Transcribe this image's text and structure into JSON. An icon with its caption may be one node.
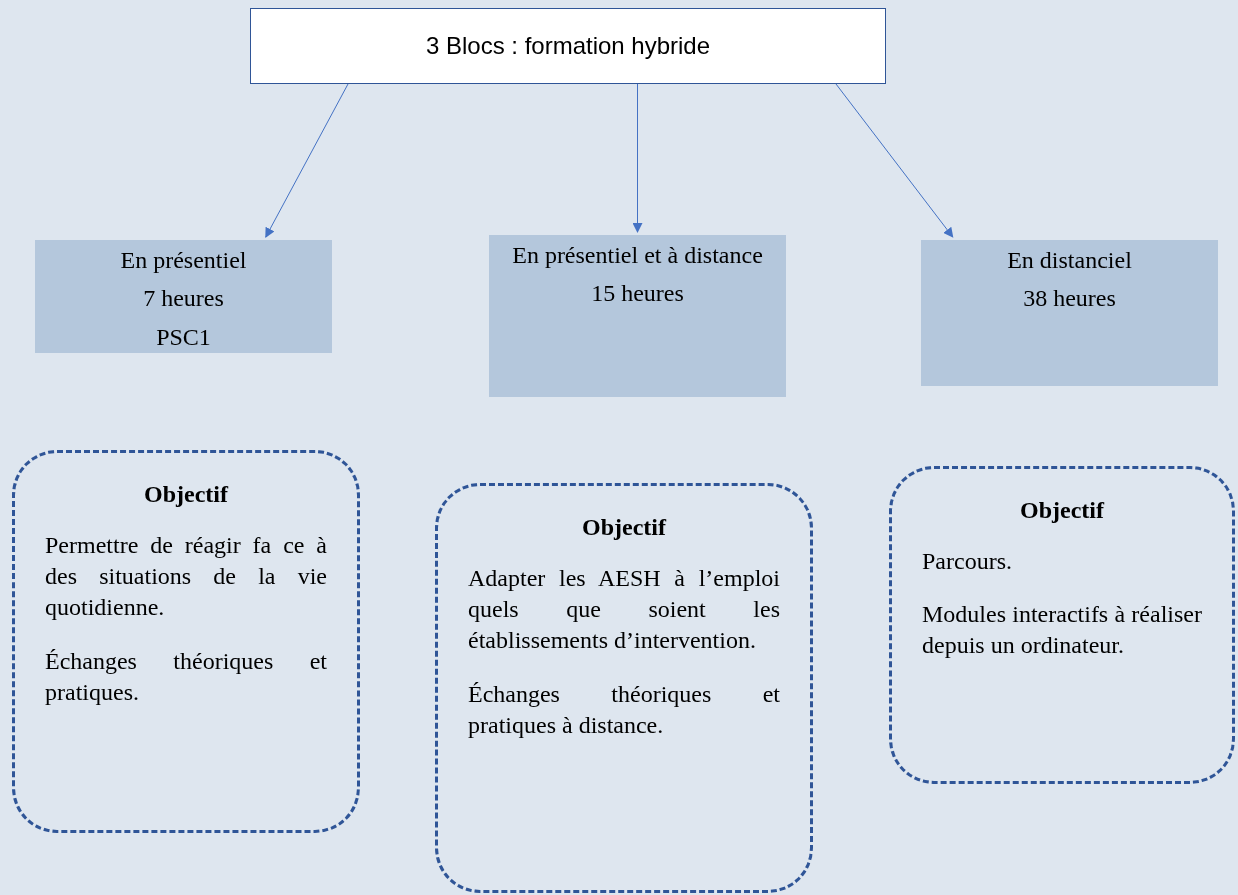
{
  "diagram": {
    "nodes": [
      {
        "text": [
          "3 Blocs : formation hybride"
        ]
      },
      {
        "text": [
          "En présentiel",
          "7 heures",
          "PSC1"
        ]
      },
      {
        "text": [
          "En présentiel et à distance",
          "15 heures"
        ]
      },
      {
        "text": [
          "En distanciel",
          "38 heures"
        ]
      },
      {
        "text": [
          "Objectif",
          "Permettre de réagir fa ce à des situations de la vie quotidienne.",
          "Échanges théoriques et pratiques."
        ]
      },
      {
        "text": [
          "Objectif",
          "Adapter les AESH à l’emploi quels que soient les établissements d’intervention.",
          "Échanges théoriques et pratiques à distance."
        ]
      },
      {
        "text": [
          "Objectif",
          "Parcours.",
          "Modules interactifs à réaliser depuis un ordinateur."
        ]
      }
    ],
    "edges": [
      {
        "from": 0,
        "to": 1,
        "arrow": "to"
      },
      {
        "from": 0,
        "to": 2,
        "arrow": "to"
      },
      {
        "from": 0,
        "to": 3,
        "arrow": "to"
      }
    ]
  }
}
